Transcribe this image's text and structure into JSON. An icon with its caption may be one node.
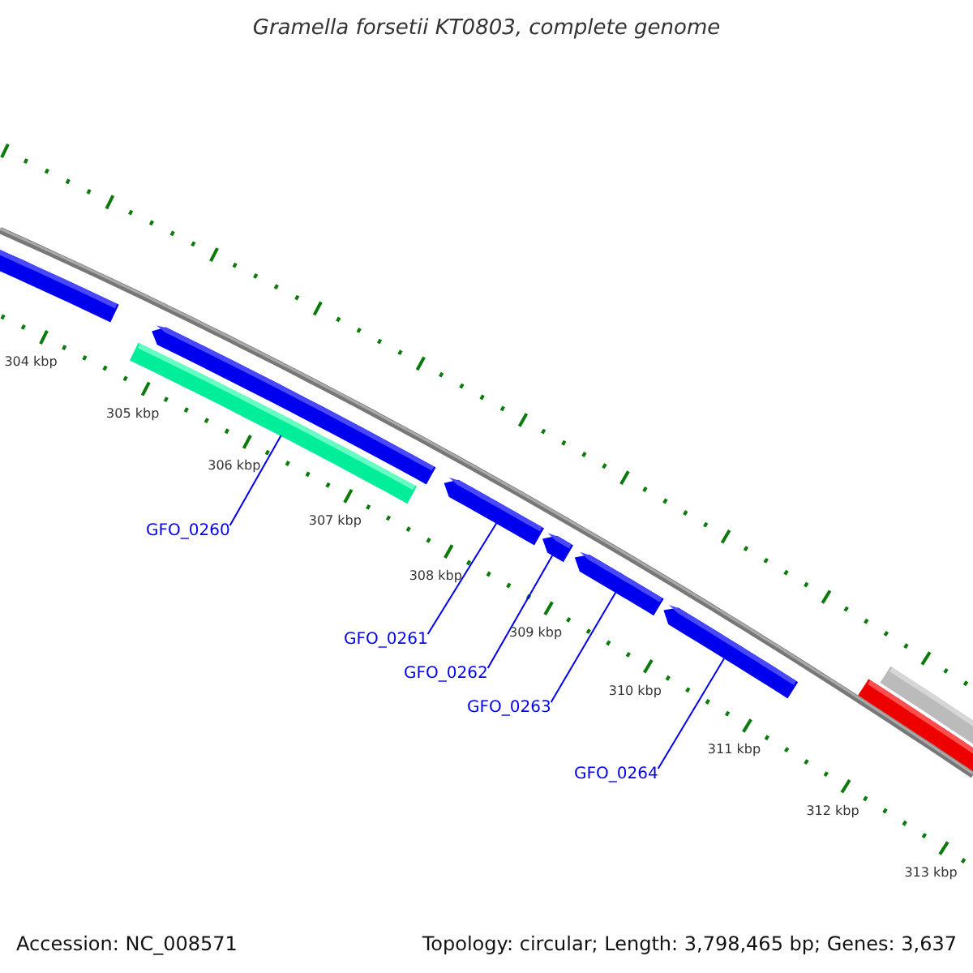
{
  "diagram": {
    "title": "Gramella forsetii KT0803, complete genome",
    "nodes": [
      {
        "text": [],
        "shape": "arrow"
      },
      {
        "text": [],
        "shape": "arrow"
      },
      {
        "text": [],
        "shape": "bar"
      },
      {
        "text": [],
        "shape": "arrow"
      },
      {
        "text": [],
        "shape": "arrow"
      },
      {
        "text": [],
        "shape": "arrow"
      },
      {
        "text": [],
        "shape": "arrow"
      },
      {
        "text": [],
        "shape": "bar"
      },
      {
        "text": [],
        "shape": "bar"
      },
      {
        "text": [
          "GFO_0260"
        ]
      },
      {
        "text": [
          "GFO_0261"
        ]
      },
      {
        "text": [
          "GFO_0262"
        ]
      },
      {
        "text": [
          "GFO_0263"
        ]
      },
      {
        "text": [
          "GFO_0264"
        ]
      }
    ],
    "edges": [
      {
        "from": 9,
        "to": 2,
        "arrow": "none"
      },
      {
        "from": 10,
        "to": 3,
        "arrow": "none"
      },
      {
        "from": 11,
        "to": 4,
        "arrow": "none"
      },
      {
        "from": 12,
        "to": 5,
        "arrow": "none"
      },
      {
        "from": 13,
        "to": 6,
        "arrow": "none"
      }
    ],
    "labels": [
      "304 kbp",
      "305 kbp",
      "306 kbp",
      "307 kbp",
      "308 kbp",
      "309 kbp",
      "310 kbp",
      "311 kbp",
      "312 kbp",
      "313 kbp",
      "Accession: NC_008571",
      "Topology: circular; Length: 3,798,465 bp; Genes: 3,637"
    ]
  }
}
